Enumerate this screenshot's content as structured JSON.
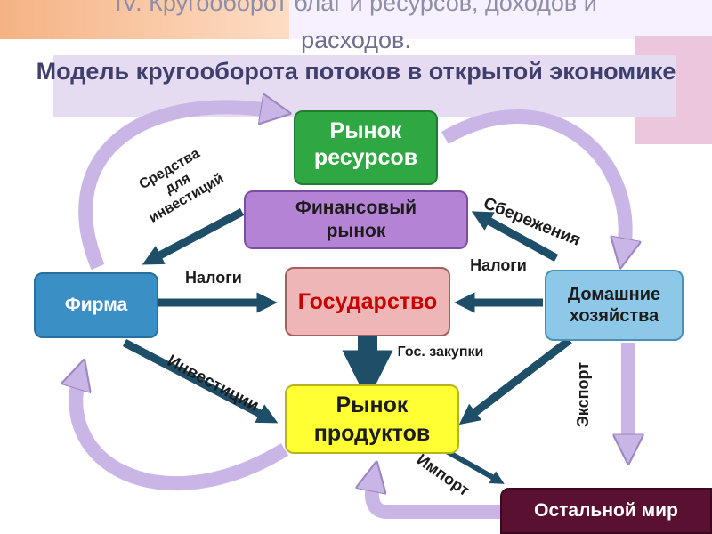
{
  "slide": {
    "title_line1": "IV. Кругооборот благ и ресурсов, доходов и",
    "title_line2": "расходов.",
    "title_line3": "Модель кругооборота потоков в открытой экономике"
  },
  "nodes": {
    "resource_market": "Рынок ресурсов",
    "financial_market": "Финансовый рынок",
    "firm": "Фирма",
    "government": "Государство",
    "households": "Домашние хозяйства",
    "product_market": "Рынок продуктов",
    "rest_of_world": "Остальной мир"
  },
  "labels": {
    "investment_funds": "Средства для инвестиций",
    "savings": "Сбережения",
    "taxes_firm": "Налоги",
    "taxes_households": "Налоги",
    "investments": "Инвестиции",
    "gov_purchases": "Гос. закупки",
    "export": "Экспорт",
    "import": "Импорт"
  },
  "colors": {
    "resource_market": "#2fa843",
    "financial_market": "#b483d6",
    "firm": "#3a8fc5",
    "government": "#eeb6b6",
    "households": "#8dc8e8",
    "product_market": "#ffff33",
    "rest_of_world": "#5a1030",
    "arrow_dark": "#1e4e68",
    "arrow_curved": "#c9b6e6"
  }
}
